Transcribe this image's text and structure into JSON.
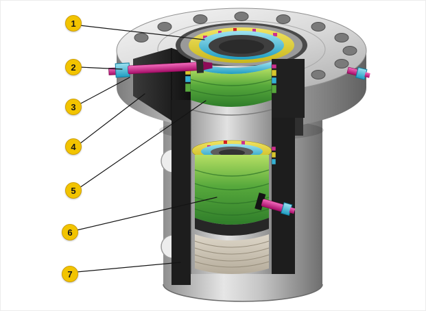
{
  "diagram": {
    "callouts": [
      {
        "label": "1"
      },
      {
        "label": "2"
      },
      {
        "label": "3"
      },
      {
        "label": "4"
      },
      {
        "label": "5"
      },
      {
        "label": "6"
      },
      {
        "label": "7"
      }
    ],
    "colors": {
      "background": "#ffffff",
      "badge": "#f2c400",
      "badge_border": "#cf9e00",
      "magenta": "#cc2f8e",
      "magenta_dark": "#8e0b58",
      "cyan": "#35b1d4",
      "green": "#57a93c",
      "yellow": "#d8c62c",
      "red": "#d42222",
      "metal_light": "#e6e6e6",
      "metal_dark": "#6e6e6e",
      "section_black": "#1d1d1d",
      "leader_line": "#141414"
    }
  }
}
